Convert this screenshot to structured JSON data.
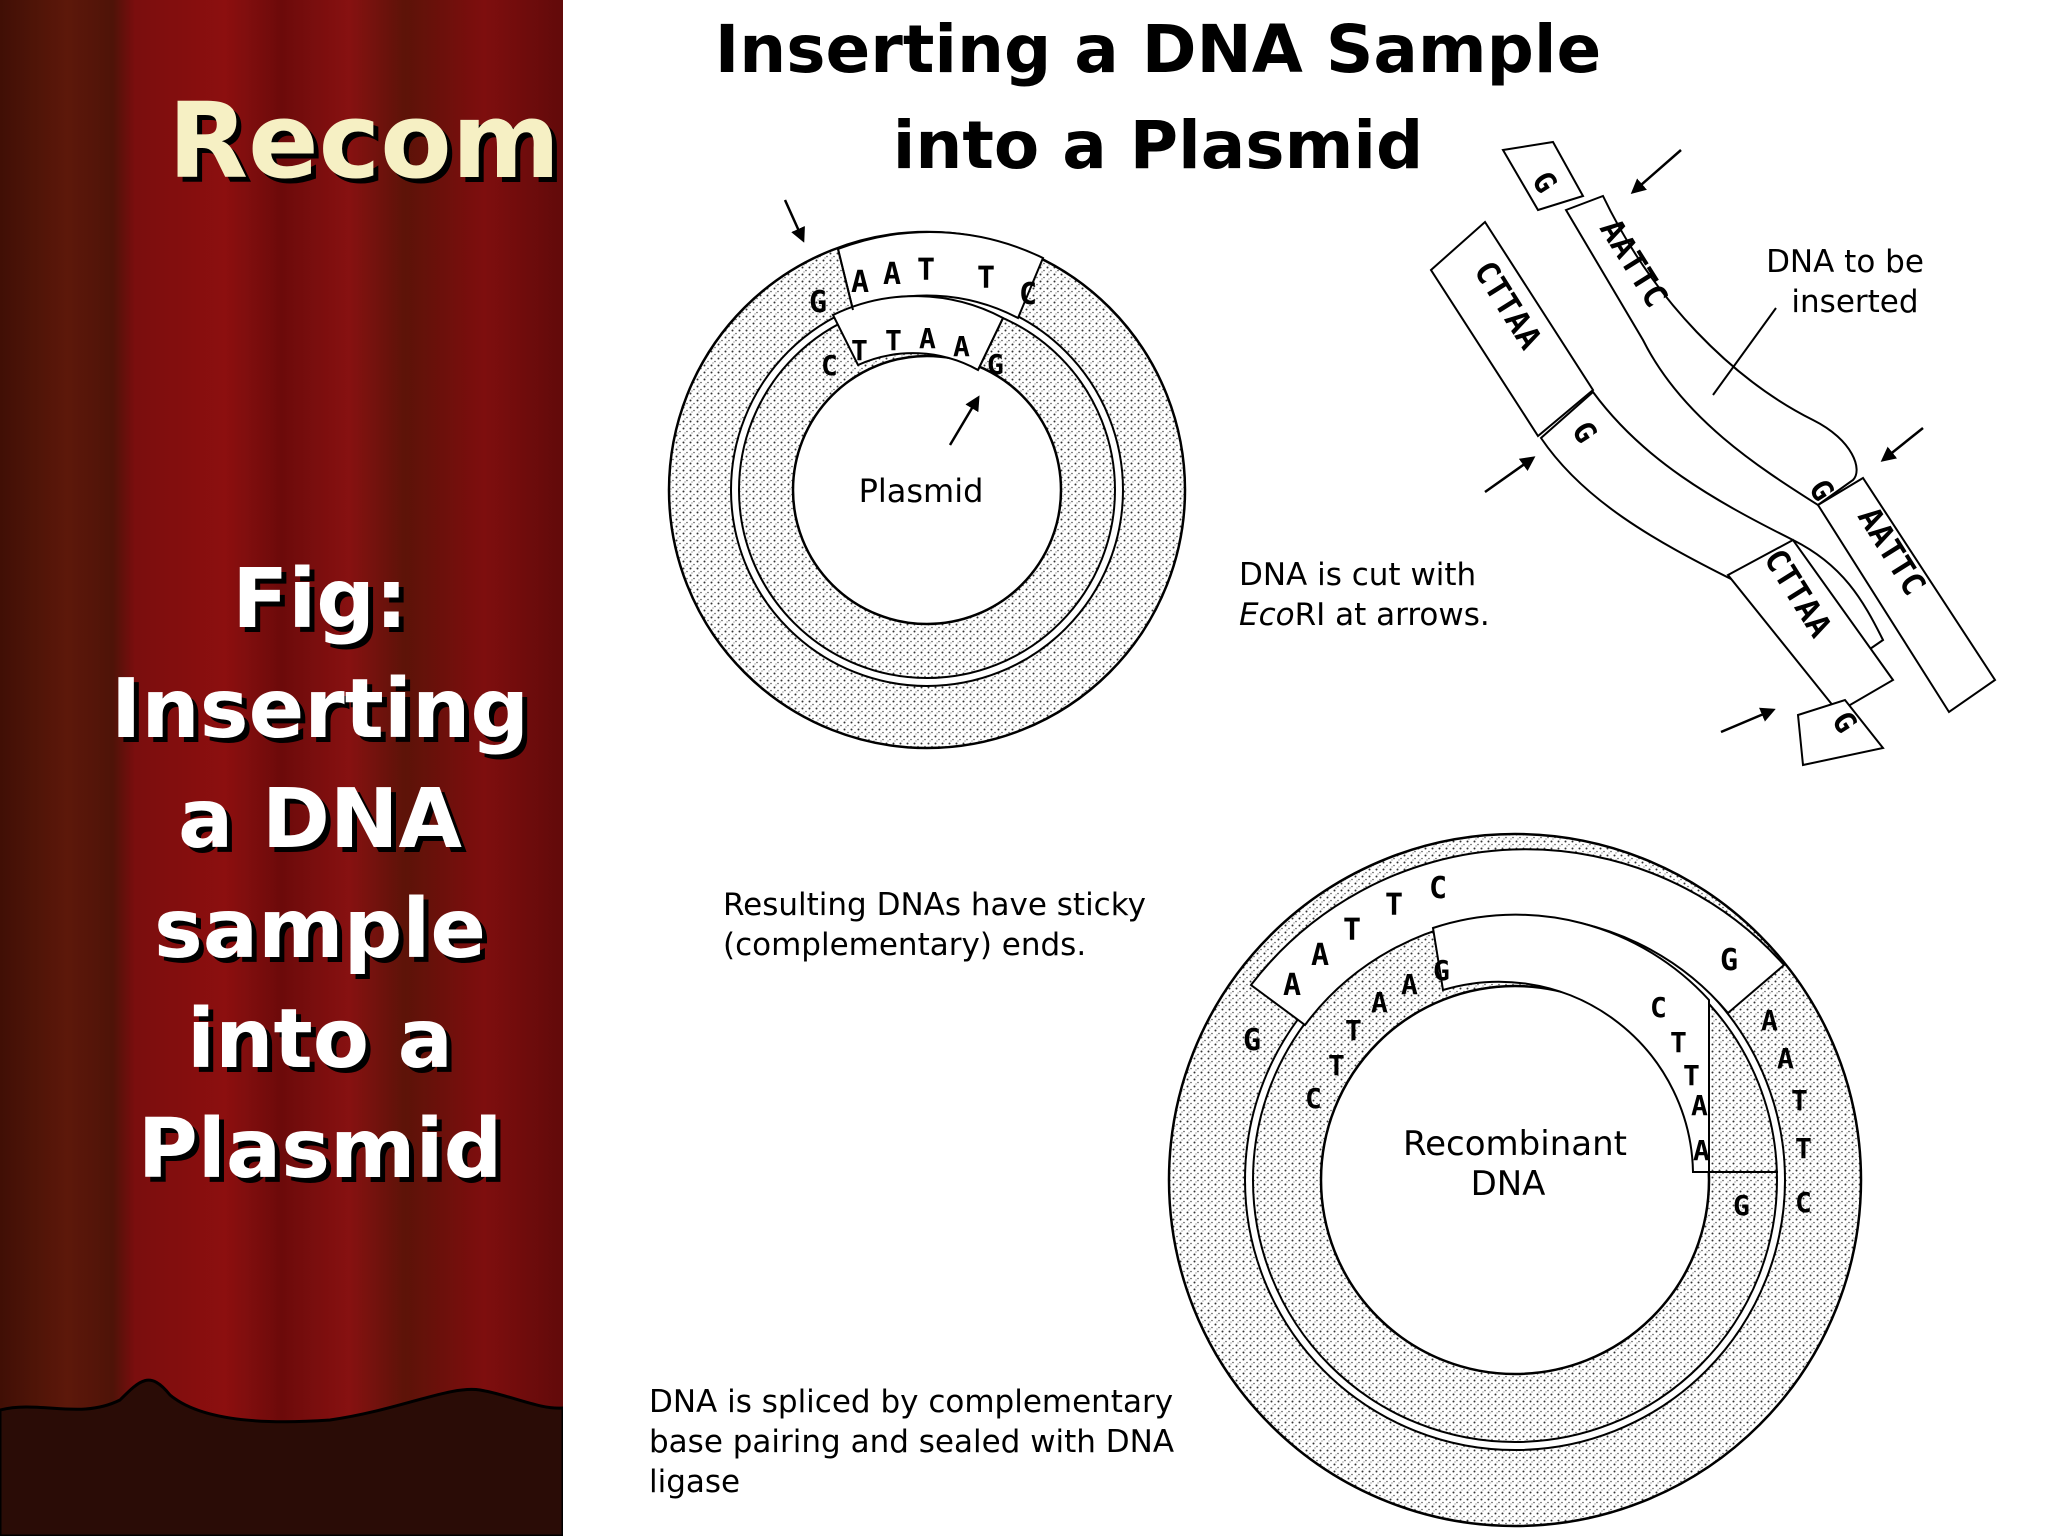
{
  "slide": {
    "title": "Recombinant DNA",
    "caption_lines": [
      "Fig:",
      "Inserting",
      "a DNA",
      "sample",
      "into a",
      "Plasmid"
    ]
  },
  "figure": {
    "title_lines": [
      "Inserting a DNA Sample",
      "into a Plasmid"
    ],
    "plasmid_label": "Plasmid",
    "plasmid_outer_bases": [
      "G",
      "A",
      "A",
      "T",
      "T",
      "C"
    ],
    "plasmid_inner_bases": [
      "C",
      "T",
      "T",
      "A",
      "A",
      "G"
    ],
    "insert_label_lines": [
      "DNA to be",
      "inserted"
    ],
    "insert_top_left_strand": "CTTAA",
    "insert_top_left_tail": "G",
    "insert_top_right_head": "G",
    "insert_top_right_strand": "AATTC",
    "insert_bottom_left_strand": "CTTAA",
    "insert_bottom_left_tail": "G",
    "insert_bottom_right_head": "G",
    "insert_bottom_right_strand": "AATTC",
    "cut_note_line1": "DNA is cut with",
    "cut_note_enzyme": "Eco",
    "cut_note_enzyme_rest": "RI at arrows.",
    "sticky_note_lines": [
      "Resulting DNAs have sticky",
      "(complementary) ends."
    ],
    "recombinant_label_lines": [
      "Recombinant",
      "DNA"
    ],
    "recombinant_top_bases": [
      "A",
      "A",
      "T",
      "T",
      "C"
    ],
    "recombinant_left_inner_bases": [
      "C",
      "T",
      "T",
      "A",
      "A",
      "G"
    ],
    "recombinant_left_outer_base": "G",
    "recombinant_right_outer_top": "G",
    "recombinant_right_inner_bases": [
      "C",
      "T",
      "T",
      "A",
      "A"
    ],
    "recombinant_right_outer_bases": [
      "A",
      "A",
      "T",
      "T",
      "C"
    ],
    "recombinant_right_bottom_base": "G",
    "splice_note_lines": [
      "DNA is spliced by complementary",
      "base pairing and sealed with DNA",
      "ligase"
    ]
  },
  "colors": {
    "curtain_dark": "#3d0a05",
    "curtain_red": "#8a1010",
    "curtain_brown": "#5a1a0a",
    "title_yellow": "#f6f0c4",
    "caption_white": "#ffffff"
  }
}
